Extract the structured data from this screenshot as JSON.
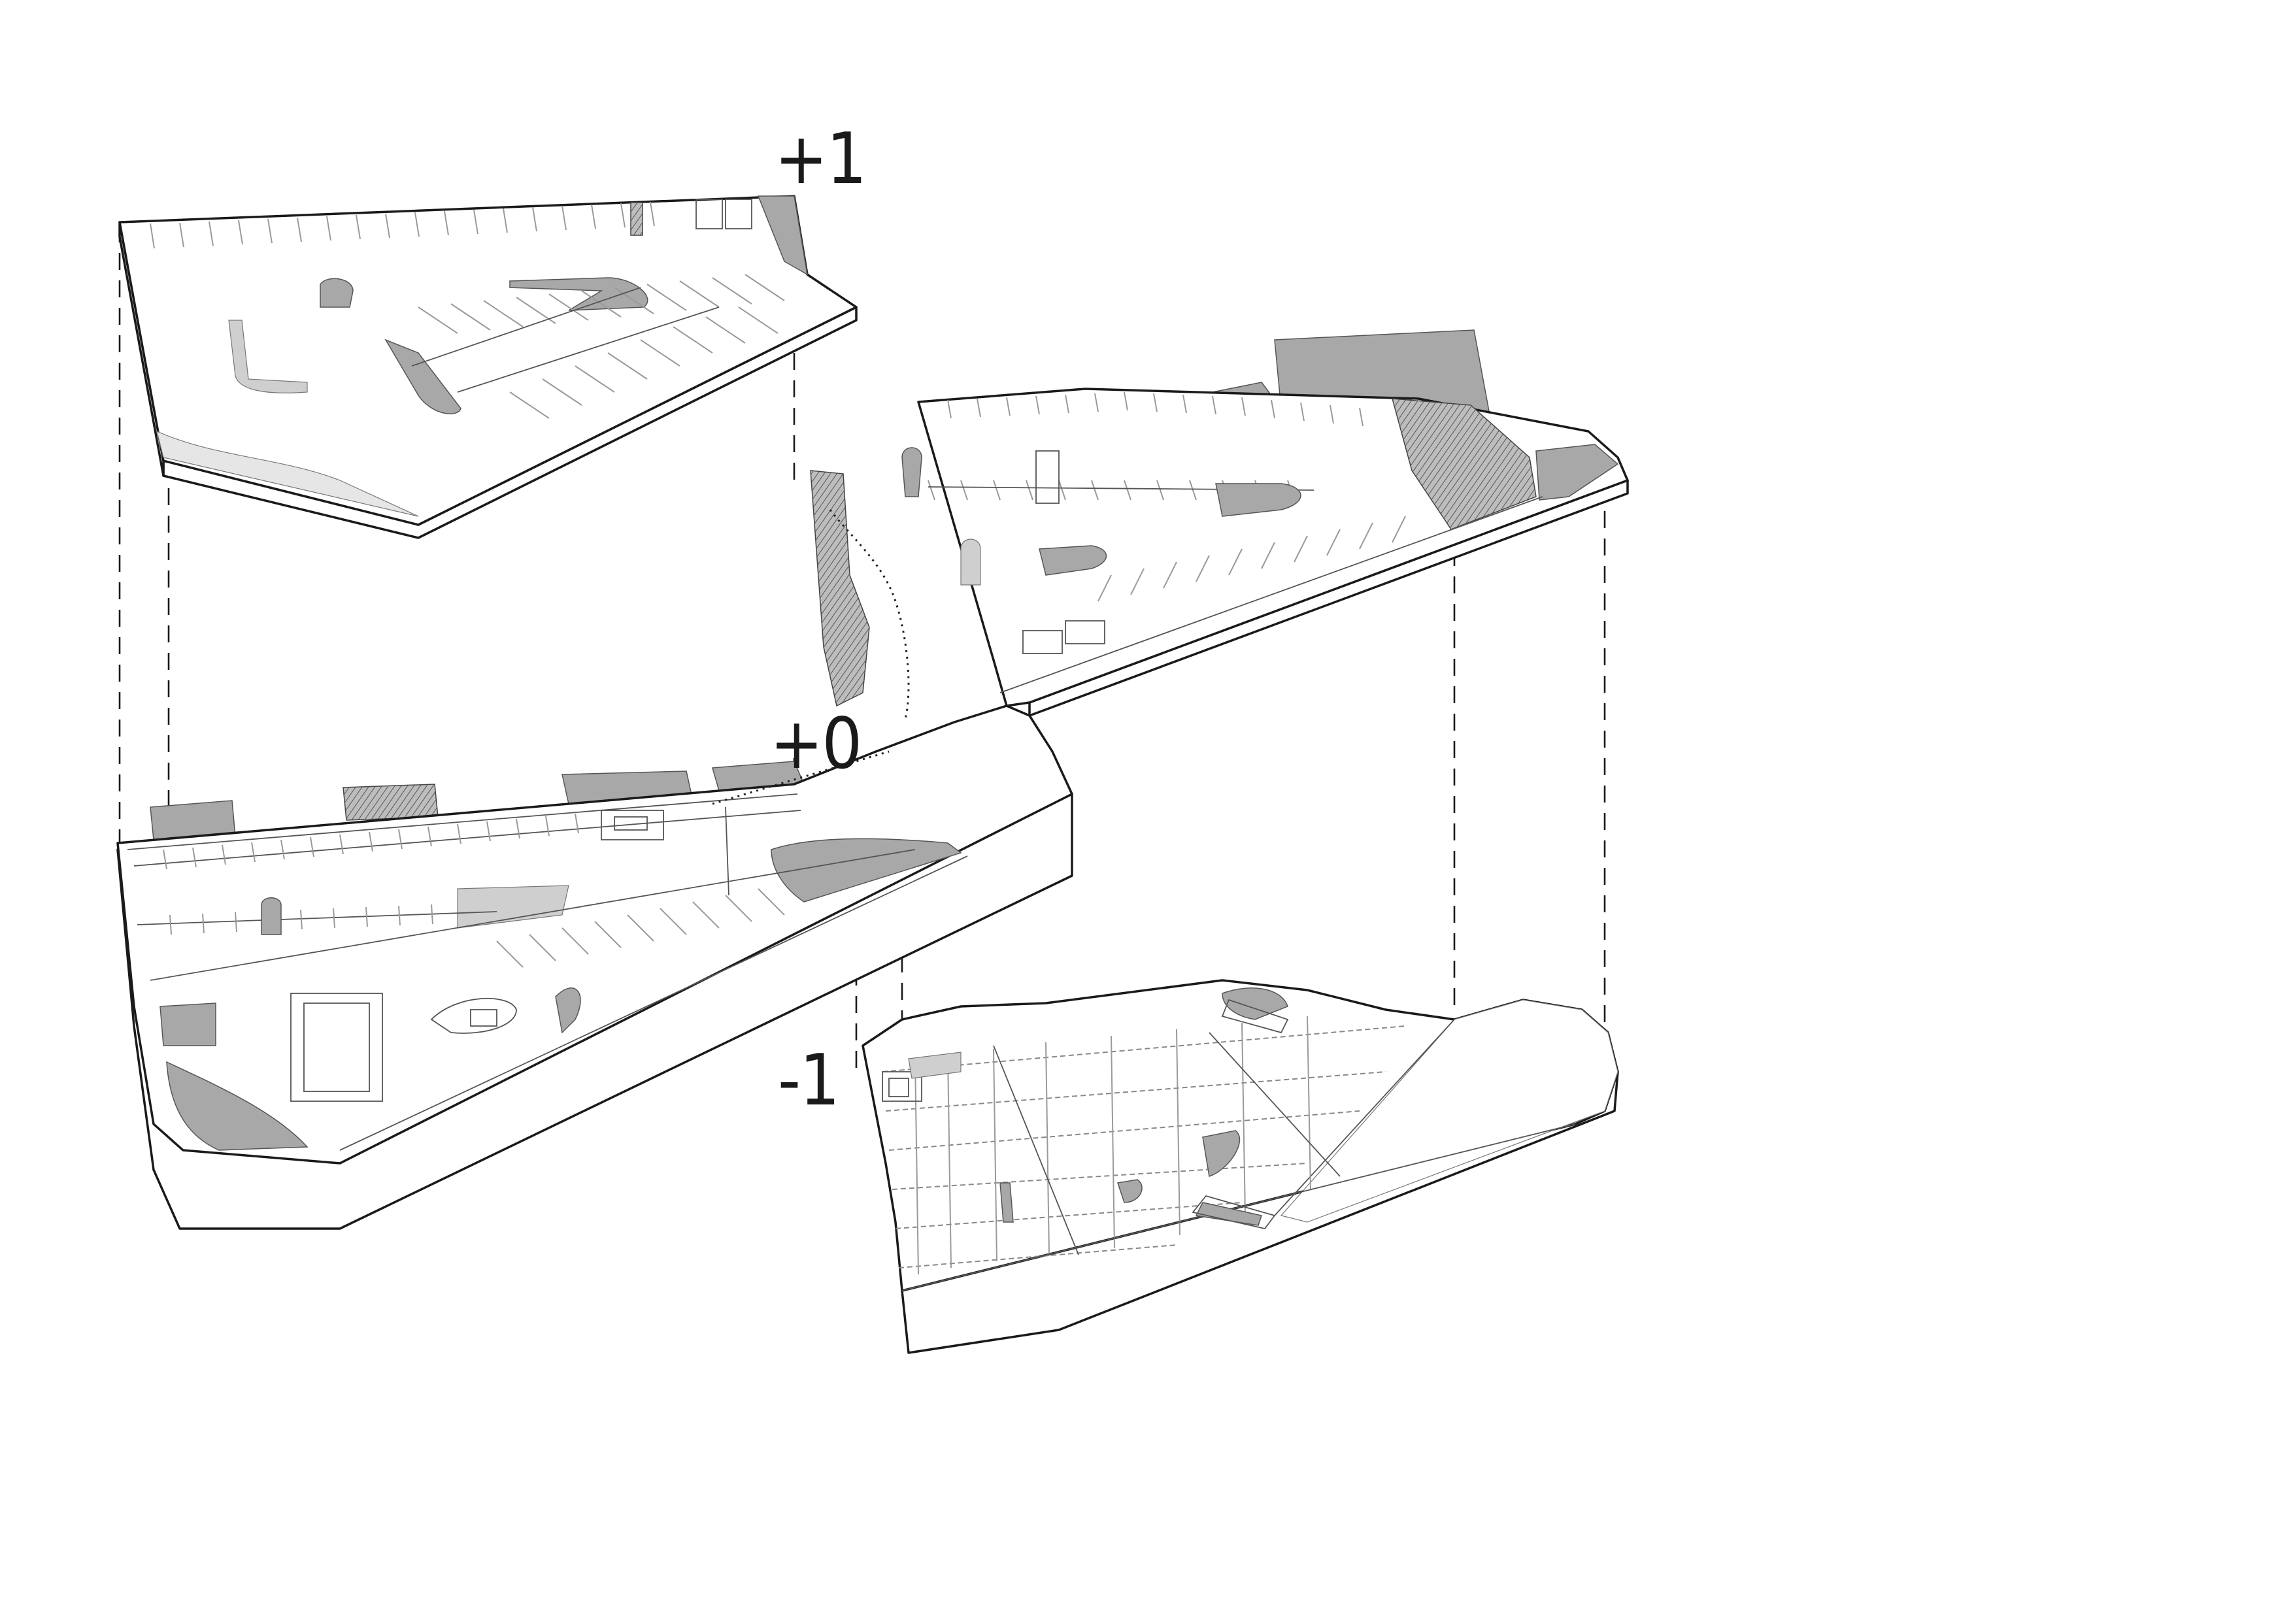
{
  "levels": {
    "upper": {
      "label": "+1"
    },
    "ground": {
      "label": "+0"
    },
    "basement": {
      "label": "-1"
    }
  },
  "colors": {
    "line": "#1a1a1a",
    "fill_grey": "#a8a8a8",
    "fill_light": "#cfcfcf",
    "background": "#ffffff"
  }
}
